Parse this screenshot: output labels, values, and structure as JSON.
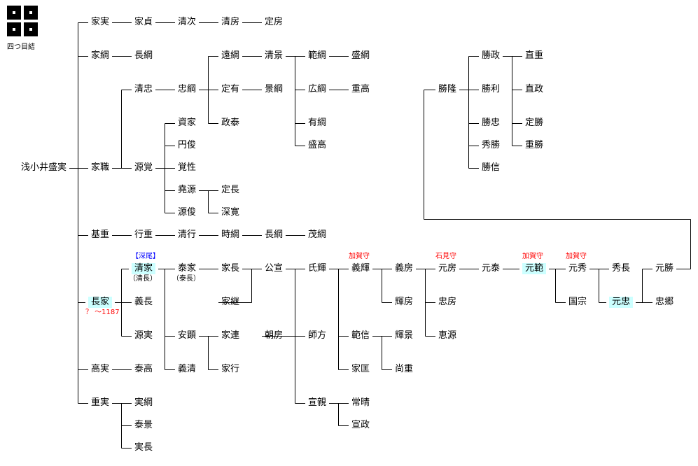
{
  "crest": {
    "label": "四つ目結"
  },
  "nodes": [
    {
      "name": "浅小井盛実",
      "parent": null
    },
    {
      "name": "家実",
      "parent": 0
    },
    {
      "name": "家貞",
      "parent": 1
    },
    {
      "name": "清次",
      "parent": 2
    },
    {
      "name": "清房",
      "parent": 3
    },
    {
      "name": "定房",
      "parent": 4
    },
    {
      "name": "家綱",
      "parent": 0
    },
    {
      "name": "長綱",
      "parent": 6
    },
    {
      "name": "家職",
      "parent": 0
    },
    {
      "name": "清忠",
      "parent": 8
    },
    {
      "name": "忠綱",
      "parent": 9
    },
    {
      "name": "遠綱",
      "parent": 10
    },
    {
      "name": "清景",
      "parent": 11
    },
    {
      "name": "範綱",
      "parent": 12
    },
    {
      "name": "盛綱",
      "parent": 13
    },
    {
      "name": "定有",
      "parent": 10
    },
    {
      "name": "景綱",
      "parent": 15
    },
    {
      "name": "広綱",
      "parent": 12
    },
    {
      "name": "重高",
      "parent": 17
    },
    {
      "name": "有綱",
      "parent": 12
    },
    {
      "name": "盛高",
      "parent": 12
    },
    {
      "name": "政泰",
      "parent": 10
    },
    {
      "name": "源覚",
      "parent": 8
    },
    {
      "name": "資家",
      "parent": 22
    },
    {
      "name": "円俊",
      "parent": 22
    },
    {
      "name": "覚性",
      "parent": 22
    },
    {
      "name": "堯源",
      "parent": 22
    },
    {
      "name": "定長",
      "parent": 26
    },
    {
      "name": "深寛",
      "parent": 26
    },
    {
      "name": "源俊",
      "parent": 22
    },
    {
      "name": "基重",
      "parent": 0
    },
    {
      "name": "行重",
      "parent": 30
    },
    {
      "name": "清行",
      "parent": 31
    },
    {
      "name": "時綱",
      "parent": 32
    },
    {
      "name": "長綱",
      "parent": 33
    },
    {
      "name": "茂綱",
      "parent": 34
    },
    {
      "name": "長家",
      "parent": 0,
      "highlight": true,
      "below": "？ ～1187",
      "below_color": "red"
    },
    {
      "name": "清家",
      "parent": 36,
      "highlight": true,
      "above": "【深尾】",
      "above_color": "blue",
      "below": "（清長）"
    },
    {
      "name": "義長",
      "parent": 36
    },
    {
      "name": "源実",
      "parent": 36
    },
    {
      "name": "泰家",
      "parent": 37,
      "below": "（泰長）"
    },
    {
      "name": "家長",
      "parent": 40
    },
    {
      "name": "公宣",
      "parent": 41
    },
    {
      "name": "氏輝",
      "parent": 42
    },
    {
      "name": "義輝",
      "parent": 43,
      "above": "加賀守",
      "above_color": "red"
    },
    {
      "name": "義房",
      "parent": 44
    },
    {
      "name": "元房",
      "parent": 45,
      "above": "石見守",
      "above_color": "red"
    },
    {
      "name": "元泰",
      "parent": 46
    },
    {
      "name": "元範",
      "parent": 47,
      "highlight": true,
      "above": "加賀守",
      "above_color": "red"
    },
    {
      "name": "元秀",
      "parent": 48,
      "above": "加賀守",
      "above_color": "red"
    },
    {
      "name": "秀長",
      "parent": 49
    },
    {
      "name": "元忠",
      "parent": 49,
      "highlight": true
    },
    {
      "name": "元勝",
      "parent": 51
    },
    {
      "name": "忠郷",
      "parent": 51
    },
    {
      "name": "勝隆",
      "parent": 52,
      "loop": true
    },
    {
      "name": "勝政",
      "parent": 54
    },
    {
      "name": "直重",
      "parent": 55
    },
    {
      "name": "直政",
      "parent": 55
    },
    {
      "name": "定勝",
      "parent": 55
    },
    {
      "name": "重勝",
      "parent": 55
    },
    {
      "name": "勝利",
      "parent": 54
    },
    {
      "name": "勝忠",
      "parent": 54
    },
    {
      "name": "秀勝",
      "parent": 54
    },
    {
      "name": "勝信",
      "parent": 54
    },
    {
      "name": "忠房",
      "parent": 45
    },
    {
      "name": "恵源",
      "parent": 45
    },
    {
      "name": "輝房",
      "parent": 44
    },
    {
      "name": "範信",
      "parent": 43
    },
    {
      "name": "輝景",
      "parent": 67
    },
    {
      "name": "尚重",
      "parent": 67
    },
    {
      "name": "家匡",
      "parent": 43
    },
    {
      "name": "国宗",
      "parent": 48
    },
    {
      "name": "家継",
      "parent": 41
    },
    {
      "name": "朝房",
      "parent": 42
    },
    {
      "name": "師方",
      "parent": 42
    },
    {
      "name": "宣親",
      "parent": 42
    },
    {
      "name": "常晴",
      "parent": 75
    },
    {
      "name": "宣政",
      "parent": 75
    },
    {
      "name": "安顕",
      "parent": 37
    },
    {
      "name": "家連",
      "parent": 78
    },
    {
      "name": "家行",
      "parent": 78
    },
    {
      "name": "義清",
      "parent": 37
    },
    {
      "name": "高実",
      "parent": 0
    },
    {
      "name": "泰高",
      "parent": 82
    },
    {
      "name": "重実",
      "parent": 0
    },
    {
      "name": "実綱",
      "parent": 84
    },
    {
      "name": "泰景",
      "parent": 84
    },
    {
      "name": "実長",
      "parent": 84
    }
  ]
}
